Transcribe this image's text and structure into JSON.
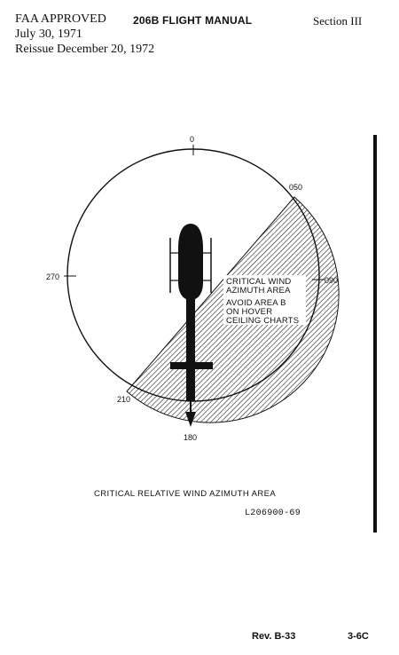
{
  "header": {
    "approval": "FAA APPROVED",
    "date": "July 30, 1971",
    "reissue": "Reissue December 20, 1972",
    "manual_title": "206B FLIGHT MANUAL",
    "section": "Section III"
  },
  "diagram": {
    "headings": {
      "h0": "0",
      "h050": "050",
      "h090": "090",
      "h180": "180",
      "h210": "210",
      "h270": "270"
    },
    "callout": {
      "line1": "CRITICAL WIND",
      "line2": "AZIMUTH AREA",
      "line3": "AVOID AREA B",
      "line4": "ON HOVER",
      "line5": "CEILING CHARTS"
    }
  },
  "caption": "CRITICAL RELATIVE WIND AZIMUTH AREA",
  "figure_number": "L206900-69",
  "footer": {
    "revision": "Rev. B-33",
    "page": "3-6C"
  }
}
